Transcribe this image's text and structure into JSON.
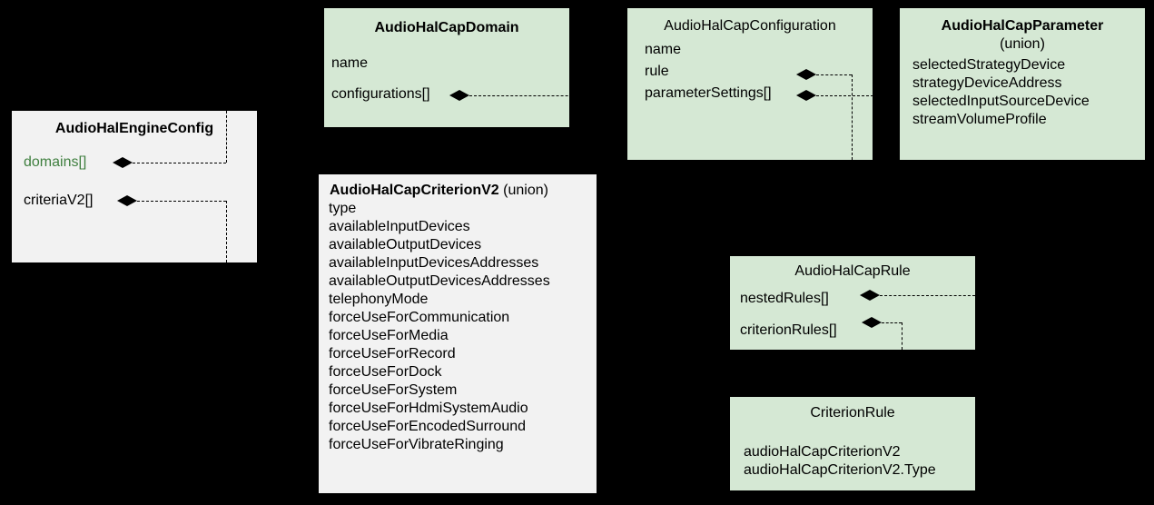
{
  "diagram": {
    "background_color": "#000000",
    "colors": {
      "green_fill": "#d5e8d4",
      "gray_fill": "#f2f2f2",
      "text": "#000000",
      "green_text": "#3f7f3f",
      "connector": "#000000"
    }
  },
  "classes": {
    "engine_config": {
      "title": "AudioHalEngineConfig",
      "fields": [
        {
          "label": "domains[]"
        },
        {
          "label": "criteriaV2[]"
        }
      ]
    },
    "cap_domain": {
      "title": "AudioHalCapDomain",
      "fields": [
        {
          "label": "name"
        },
        {
          "label": "configurations[]"
        }
      ]
    },
    "cap_configuration": {
      "title": "AudioHalCapConfiguration",
      "fields": [
        {
          "label": "name"
        },
        {
          "label": "rule"
        },
        {
          "label": "parameterSettings[]"
        }
      ]
    },
    "cap_parameter": {
      "title": "AudioHalCapParameter",
      "subtitle": "(union)",
      "fields": [
        {
          "label": "selectedStrategyDevice"
        },
        {
          "label": "strategyDeviceAddress"
        },
        {
          "label": "selectedInputSourceDevice"
        },
        {
          "label": "streamVolumeProfile"
        }
      ]
    },
    "cap_criterion_v2": {
      "title": "AudioHalCapCriterionV2",
      "subtitle": "(union)",
      "fields": [
        {
          "label": "type"
        },
        {
          "label": "availableInputDevices"
        },
        {
          "label": "availableOutputDevices"
        },
        {
          "label": "availableInputDevicesAddresses"
        },
        {
          "label": "availableOutputDevicesAddresses"
        },
        {
          "label": "telephonyMode"
        },
        {
          "label": "forceUseForCommunication"
        },
        {
          "label": "forceUseForMedia"
        },
        {
          "label": "forceUseForRecord"
        },
        {
          "label": "forceUseForDock"
        },
        {
          "label": "forceUseForSystem"
        },
        {
          "label": "forceUseForHdmiSystemAudio"
        },
        {
          "label": "forceUseForEncodedSurround"
        },
        {
          "label": "forceUseForVibrateRinging"
        }
      ]
    },
    "cap_rule": {
      "title": "AudioHalCapRule",
      "fields": [
        {
          "label": "nestedRules[]"
        },
        {
          "label": "criterionRules[]"
        }
      ]
    },
    "criterion_rule": {
      "title": "CriterionRule",
      "fields": [
        {
          "label": "audioHalCapCriterionV2"
        },
        {
          "label": "audioHalCapCriterionV2.Type"
        }
      ]
    }
  }
}
